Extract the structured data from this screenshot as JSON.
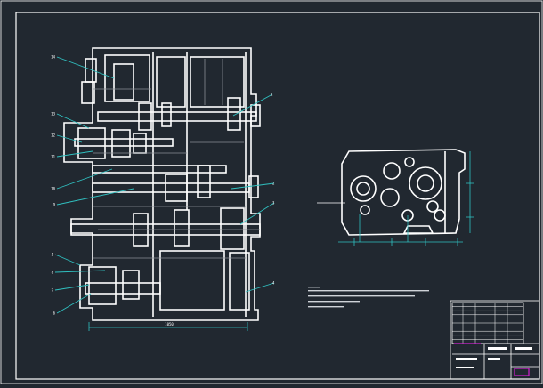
{
  "drawing": {
    "background": "#212830",
    "line_color": "#ffffff",
    "dim_color": "#30c0c0",
    "accent_color": "#d020d0",
    "leader_labels": [
      "14",
      "13",
      "1",
      "12",
      "11",
      "10",
      "9",
      "2",
      "3",
      "8",
      "7",
      "6",
      "5",
      "4"
    ],
    "overall_dimension": "1050",
    "technical_notes_count": 4,
    "title_block": {
      "drawing_name": "",
      "rows": 10
    }
  }
}
